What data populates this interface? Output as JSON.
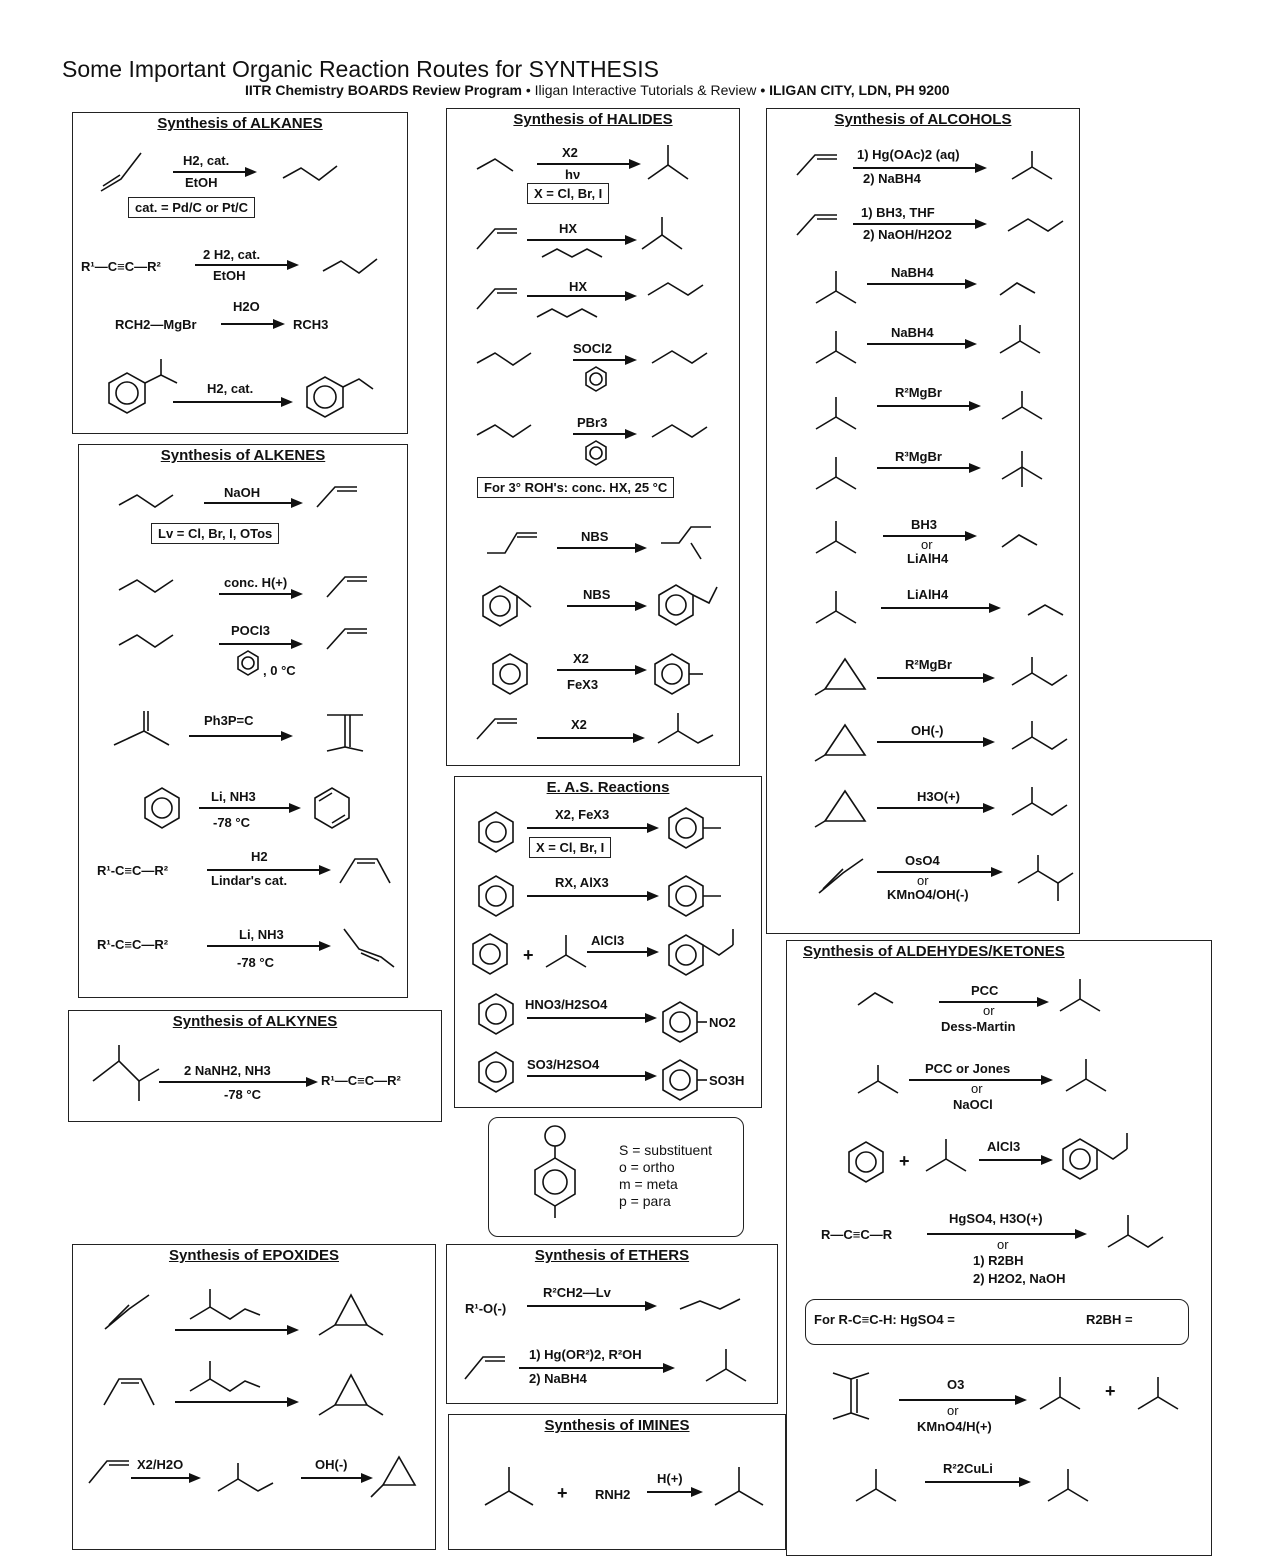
{
  "header": {
    "title": "Some Important Organic Reaction Routes for SYNTHESIS",
    "program": "IITR Chemistry BOARDS Review Program",
    "org": "• Iligan Interactive Tutorials & Review",
    "location": "• ILIGAN CITY, LDN, PH 9200"
  },
  "alkanes": {
    "title": "Synthesis of ALKANES",
    "r1": {
      "top": "H2, cat.",
      "bottom": "EtOH"
    },
    "r1_note": "cat. = Pd/C or Pt/C",
    "r2": {
      "reactant": "R¹—C≡C—R²",
      "top": "2 H2, cat.",
      "bottom": "EtOH"
    },
    "r3": {
      "reactant": "RCH2—MgBr",
      "top": "H2O",
      "product": "RCH3"
    },
    "r4": {
      "top": "H2, cat."
    }
  },
  "alkenes": {
    "title": "Synthesis of ALKENES",
    "r1": {
      "top": "NaOH"
    },
    "r1_note": "Lv = Cl, Br, I, OTos",
    "r2": {
      "top": "conc. H(+)"
    },
    "r3": {
      "top": "POCl3",
      "bottom": ", 0 °C"
    },
    "r4": {
      "top": "Ph3P=C"
    },
    "r5": {
      "top": "Li, NH3",
      "bottom": "-78 °C"
    },
    "r6": {
      "reactant": "R¹-C≡C—R²",
      "top": "H2",
      "bottom": "Lindar's cat."
    },
    "r7": {
      "reactant": "R¹-C≡C—R²",
      "top": "Li, NH3",
      "bottom": "-78 °C"
    }
  },
  "alkynes": {
    "title": "Synthesis of ALKYNES",
    "r1": {
      "top": "2 NaNH2, NH3",
      "bottom": "-78 °C",
      "product": "R¹—C≡C—R²"
    }
  },
  "halides": {
    "title": "Synthesis of HALIDES",
    "r1": {
      "top": "X2",
      "bottom": "hν"
    },
    "r1_note": "X = Cl, Br, I",
    "r2": {
      "top": "HX"
    },
    "r3": {
      "top": "HX"
    },
    "r4": {
      "top": "SOCl2"
    },
    "r5": {
      "top": "PBr3"
    },
    "r5_note": "For 3° ROH's: conc. HX, 25 °C",
    "r6": {
      "top": "NBS"
    },
    "r7": {
      "top": "NBS"
    },
    "r8": {
      "top": "X2",
      "bottom": "FeX3"
    },
    "r9": {
      "top": "X2"
    }
  },
  "eas": {
    "title": "E. A.S. Reactions",
    "r1": {
      "top": "X2, FeX3"
    },
    "r1_note": "X = Cl, Br, I",
    "r2": {
      "top": "RX, AlX3"
    },
    "r3": {
      "top": "AlCl3"
    },
    "r4": {
      "top": "HNO3/H2SO4",
      "product": "NO2"
    },
    "r5": {
      "top": "SO3/H2SO4",
      "product": "SO3H"
    }
  },
  "legend": {
    "items": [
      "S = substituent",
      "o = ortho",
      "m = meta",
      "p = para"
    ]
  },
  "alcohols": {
    "title": "Synthesis of ALCOHOLS",
    "r1": {
      "top": "1) Hg(OAc)2 (aq)",
      "bottom": "2) NaBH4"
    },
    "r2": {
      "top": "1) BH3, THF",
      "bottom": "2) NaOH/H2O2"
    },
    "r3": {
      "top": "NaBH4"
    },
    "r4": {
      "top": "NaBH4"
    },
    "r5": {
      "top": "R²MgBr"
    },
    "r6": {
      "top": "R³MgBr"
    },
    "r7": {
      "top": "BH3",
      "mid": "or",
      "bottom": "LiAlH4"
    },
    "r8": {
      "top": "LiAlH4"
    },
    "r9": {
      "top": "R²MgBr"
    },
    "r10": {
      "top": "OH(-)"
    },
    "r11": {
      "top": "H3O(+)"
    },
    "r12": {
      "top": "OsO4",
      "mid": "or",
      "bottom": "KMnO4/OH(-)"
    }
  },
  "aldehydes": {
    "title": "Synthesis of ALDEHYDES/KETONES",
    "r1": {
      "top": "PCC",
      "mid": "or",
      "bottom": "Dess-Martin"
    },
    "r2": {
      "top": "PCC or Jones",
      "mid": "or",
      "bottom": "NaOCl"
    },
    "r3": {
      "top": "AlCl3"
    },
    "r4": {
      "reactant": "R—C≡C—R",
      "top": "HgSO4, H3O(+)",
      "mid": "or",
      "bottom1": "1) R2BH",
      "bottom2": "2) H2O2, NaOH"
    },
    "r4_note": "For R-C≡C-H: HgSO4 =",
    "r4_note2": "R2BH =",
    "r5": {
      "top": "O3",
      "mid": "or",
      "bottom": "KMnO4/H(+)"
    },
    "r6": {
      "top": "R²2CuLi"
    }
  },
  "epoxides": {
    "title": "Synthesis of EPOXIDES",
    "r3": {
      "left": "X2/H2O",
      "right": "OH(-)"
    }
  },
  "ethers": {
    "title": "Synthesis of ETHERS",
    "r1": {
      "reactant": "R¹-O(-)",
      "top": "R²CH2—Lv"
    },
    "r2": {
      "top": "1) Hg(OR²)2, R²OH",
      "bottom": "2) NaBH4"
    }
  },
  "imines": {
    "title": "Synthesis of IMINES",
    "r1": {
      "reagent": "RNH2",
      "top": "H(+)"
    }
  }
}
